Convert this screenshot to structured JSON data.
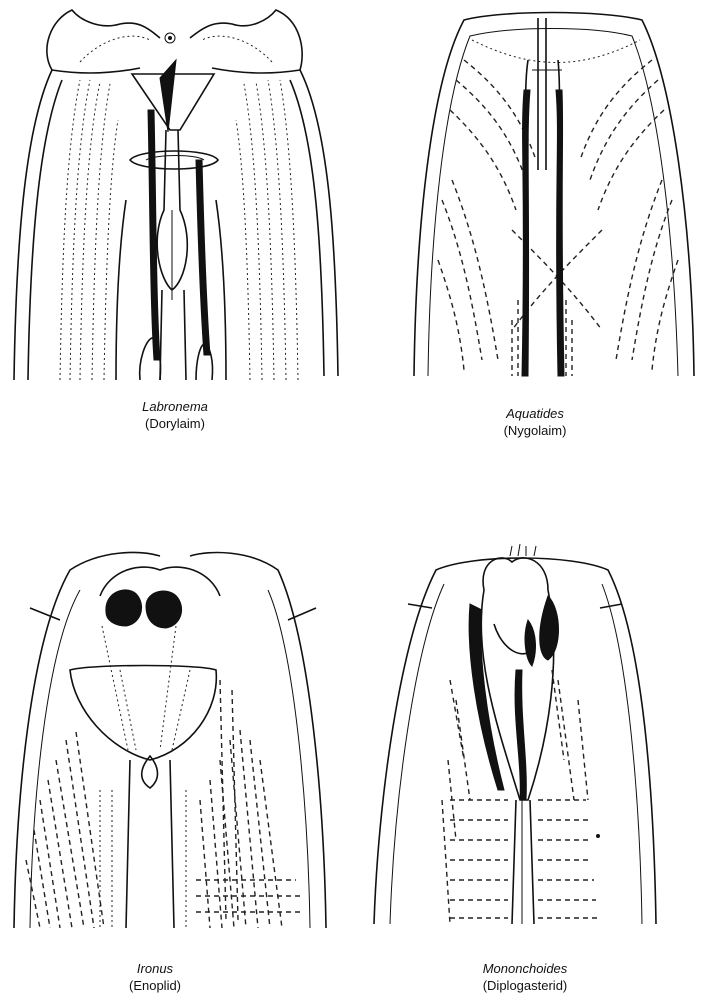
{
  "figures": [
    {
      "genus": "Labronema",
      "group": "(Dorylaim)"
    },
    {
      "genus": "Aquatides",
      "group": "(Nygolaim)"
    },
    {
      "genus": "Ironus",
      "group": "(Enoplid)"
    },
    {
      "genus": "Mononchoides",
      "group": "(Diplogasterid)"
    }
  ]
}
